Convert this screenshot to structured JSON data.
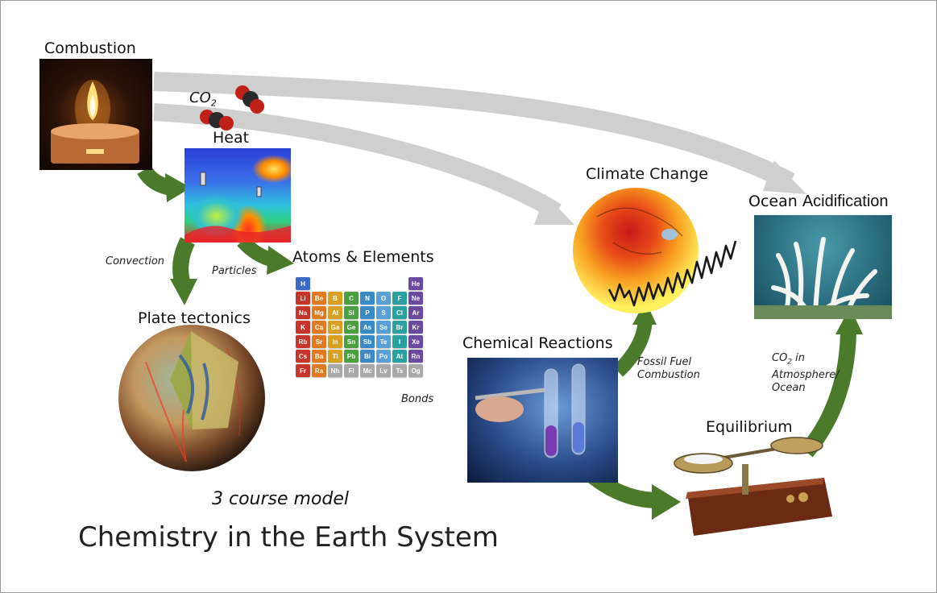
{
  "labels": {
    "combustion": "Combustion",
    "heat": "Heat",
    "co2_base": "CO",
    "co2_sub": "2",
    "atoms": "Atoms & Elements",
    "plate": "Plate tectonics",
    "climate": "Climate Change",
    "ocean_plain": "Ocean ",
    "ocean_bold": "Acidification",
    "chemical": "Chemical Reactions",
    "equilibrium": "Equilibrium"
  },
  "links": {
    "convection": "Convection",
    "particles": "Particles",
    "bonds": "Bonds",
    "fossil_1": "Fossil Fuel",
    "fossil_2": "Combustion",
    "co2_atm_base": "CO",
    "co2_atm_sub": "2",
    "co2_atm_rest": " in",
    "co2_atm_2": "Atmosphere/",
    "co2_atm_3": "Ocean"
  },
  "footer": {
    "subtitle": "3 course model",
    "title": "Chemistry in the Earth System"
  },
  "periodic_table": [
    "H",
    "He",
    "Li",
    "Be",
    "B",
    "C",
    "N",
    "O",
    "F",
    "Ne",
    "Na",
    "Mg",
    "Al",
    "Si",
    "P",
    "S",
    "Cl",
    "Ar",
    "K",
    "Ca",
    "Ga",
    "Ge",
    "As",
    "Se",
    "Br",
    "Kr",
    "Rb",
    "Sr",
    "In",
    "Sn",
    "Sb",
    "Te",
    "I",
    "Xe",
    "Cs",
    "Ba",
    "Tl",
    "Pb",
    "Bi",
    "Po",
    "At",
    "Rn",
    "Fr",
    "Ra",
    "Nh",
    "Fl",
    "Mc",
    "Lv",
    "Ts",
    "Og"
  ],
  "colors": {
    "green_arrow": "#4a7a2a",
    "gray_arrow": "#cfcfcf"
  }
}
